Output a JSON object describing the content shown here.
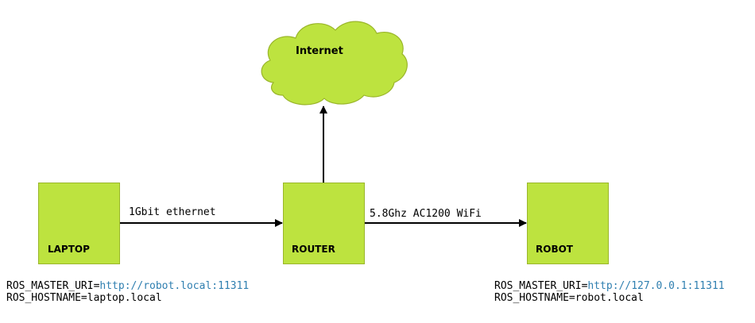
{
  "colors": {
    "node_fill": "#bde33f",
    "node_border": "#9ab62a",
    "edge": "#000000",
    "link": "#2f7fb0"
  },
  "cloud": {
    "label": "Internet"
  },
  "nodes": {
    "laptop": {
      "label": "LAPTOP"
    },
    "router": {
      "label": "ROUTER"
    },
    "robot": {
      "label": "ROBOT"
    }
  },
  "edges": {
    "laptop_router": {
      "label": "1Gbit ethernet"
    },
    "router_robot": {
      "label": "5.8Ghz AC1200 WiFi"
    }
  },
  "env": {
    "laptop": {
      "master_key": "ROS_MASTER_URI=",
      "master_value": "http://robot.local:11311",
      "hostname": "ROS_HOSTNAME=laptop.local"
    },
    "robot": {
      "master_key": "ROS_MASTER_URI=",
      "master_value": "http://127.0.0.1:11311",
      "hostname": "ROS_HOSTNAME=robot.local"
    }
  }
}
